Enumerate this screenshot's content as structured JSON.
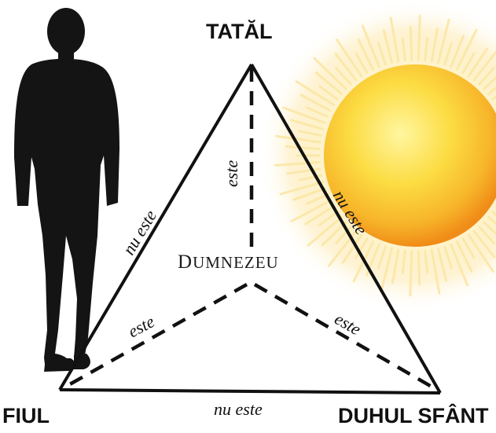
{
  "vertices": {
    "top": "TATĂL",
    "left": "FIUL",
    "right": "DUHUL SFÂNT"
  },
  "center": {
    "first_letter": "D",
    "rest": "UMNEZEU"
  },
  "edges": {
    "left_side": "nu este",
    "right_side": "nu este",
    "bottom_side": "nu este"
  },
  "spokes": {
    "top": "este",
    "left": "este",
    "right": "este"
  },
  "colors": {
    "ink": "#111111",
    "sun_core": "#fbd24a",
    "sun_edge": "#f39a1e",
    "silhouette": "#141414"
  },
  "icons": [
    "man-silhouette-icon",
    "sun-icon"
  ]
}
